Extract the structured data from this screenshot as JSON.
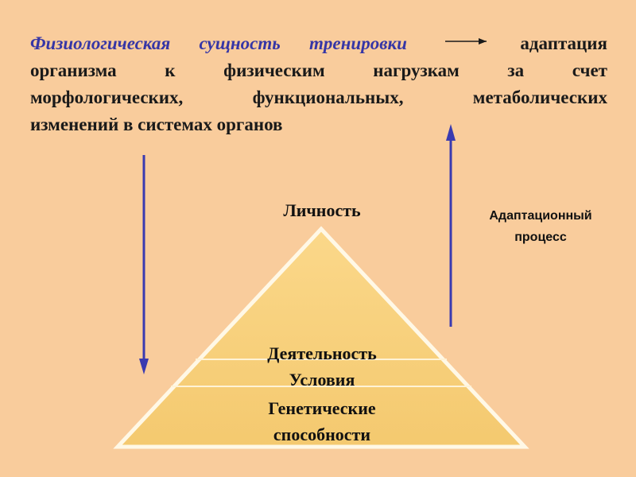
{
  "heading": {
    "line1_italic_words": [
      "Физиологическая",
      "сущность",
      "тренировки"
    ],
    "line1_rest": "адаптация",
    "line2_words": [
      "организма",
      "к",
      "физическим",
      "нагрузкам",
      "за",
      "счет"
    ],
    "line3_words": [
      "морфологических,",
      "функциональных,",
      "метаболических"
    ],
    "line4": "изменений в системах органов"
  },
  "pyramid": {
    "apex_label": "Личность",
    "tiers": [
      "Деятельность",
      "Условия"
    ],
    "base_lines": [
      "Генетические",
      "способности"
    ]
  },
  "side_label": [
    "Адаптационный",
    "процесс"
  ],
  "colors": {
    "background": "#f9cc9c",
    "pyramid_fill": "#f8d37e",
    "pyramid_edge": "#fff8e6",
    "arrow": "#3a3ab0",
    "italic_text": "#3636a6"
  }
}
